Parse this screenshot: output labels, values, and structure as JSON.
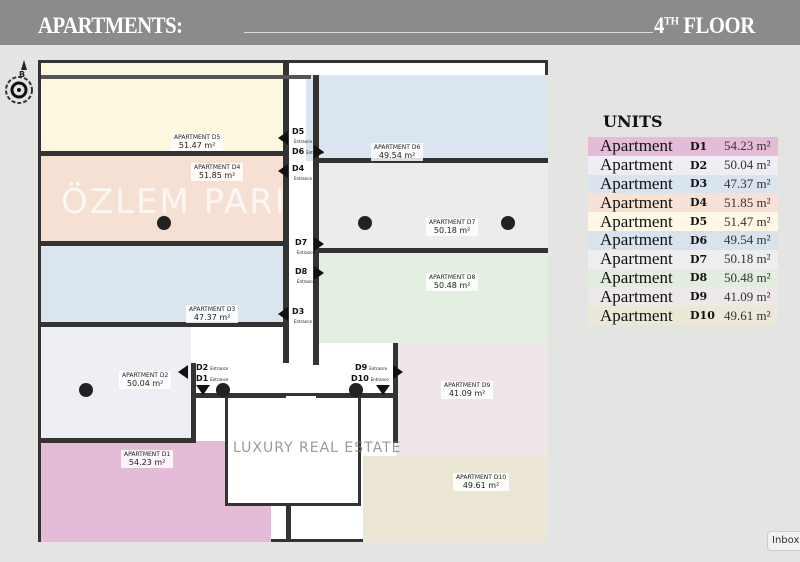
{
  "header": {
    "title": "APARTMENTS:",
    "floor_number": "4",
    "floor_suffix": "TH",
    "floor_label": "FLOOR"
  },
  "compass": {
    "label": "B"
  },
  "watermark": {
    "brand": "ÖZLEM PARIŞ",
    "tagline": "LUXURY REAL ESTATE"
  },
  "plan": {
    "rooms": [
      {
        "code": "D1",
        "name": "APARTMENT D1",
        "area": "54.23 m²",
        "color": "#e4bcd8"
      },
      {
        "code": "D2",
        "name": "APARTMENT D2",
        "area": "50.04 m²",
        "color": "#eeeef5"
      },
      {
        "code": "D3",
        "name": "APARTMENT D3",
        "area": "47.37 m²",
        "color": "#dbe5ef"
      },
      {
        "code": "D4",
        "name": "APARTMENT D4",
        "area": "51.85 m²",
        "color": "#f6e0d4"
      },
      {
        "code": "D5",
        "name": "APARTMENT D5",
        "area": "51.47 m²",
        "color": "#fdf8e0"
      },
      {
        "code": "D6",
        "name": "APARTMENT D6",
        "area": "49.54 m²",
        "color": "#dbe5ef"
      },
      {
        "code": "D7",
        "name": "APARTMENT D7",
        "area": "50.18 m²",
        "color": "#ececec"
      },
      {
        "code": "D8",
        "name": "APARTMENT D8",
        "area": "50.48 m²",
        "color": "#e3efe0"
      },
      {
        "code": "D9",
        "name": "APARTMENT D9",
        "area": "41.09 m²",
        "color": "#efe6e8"
      },
      {
        "code": "D10",
        "name": "APARTMENT D10",
        "area": "49.61 m²",
        "color": "#ece6d4"
      }
    ],
    "entrance_word": "Entrance"
  },
  "units": {
    "title": "UNITS",
    "word": "Apartment",
    "rows": [
      {
        "code": "D1",
        "area": "54.23 m²",
        "color": "#e4bcd8"
      },
      {
        "code": "D2",
        "area": "50.04 m²",
        "color": "#eeeef4"
      },
      {
        "code": "D3",
        "area": "47.37 m²",
        "color": "#d9e4ee"
      },
      {
        "code": "D4",
        "area": "51.85 m²",
        "color": "#f8e2d6"
      },
      {
        "code": "D5",
        "area": "51.47 m²",
        "color": "#fdf9e6"
      },
      {
        "code": "D6",
        "area": "49.54 m²",
        "color": "#d8e3ee"
      },
      {
        "code": "D7",
        "area": "50.18 m²",
        "color": "#eeeeee"
      },
      {
        "code": "D8",
        "area": "50.48 m²",
        "color": "#e2ede0"
      },
      {
        "code": "D9",
        "area": "41.09 m²",
        "color": "#efe8e9"
      },
      {
        "code": "D10",
        "area": "49.61 m²",
        "color": "#ece8d8"
      }
    ]
  },
  "tooltip": {
    "label": "Inbox"
  }
}
